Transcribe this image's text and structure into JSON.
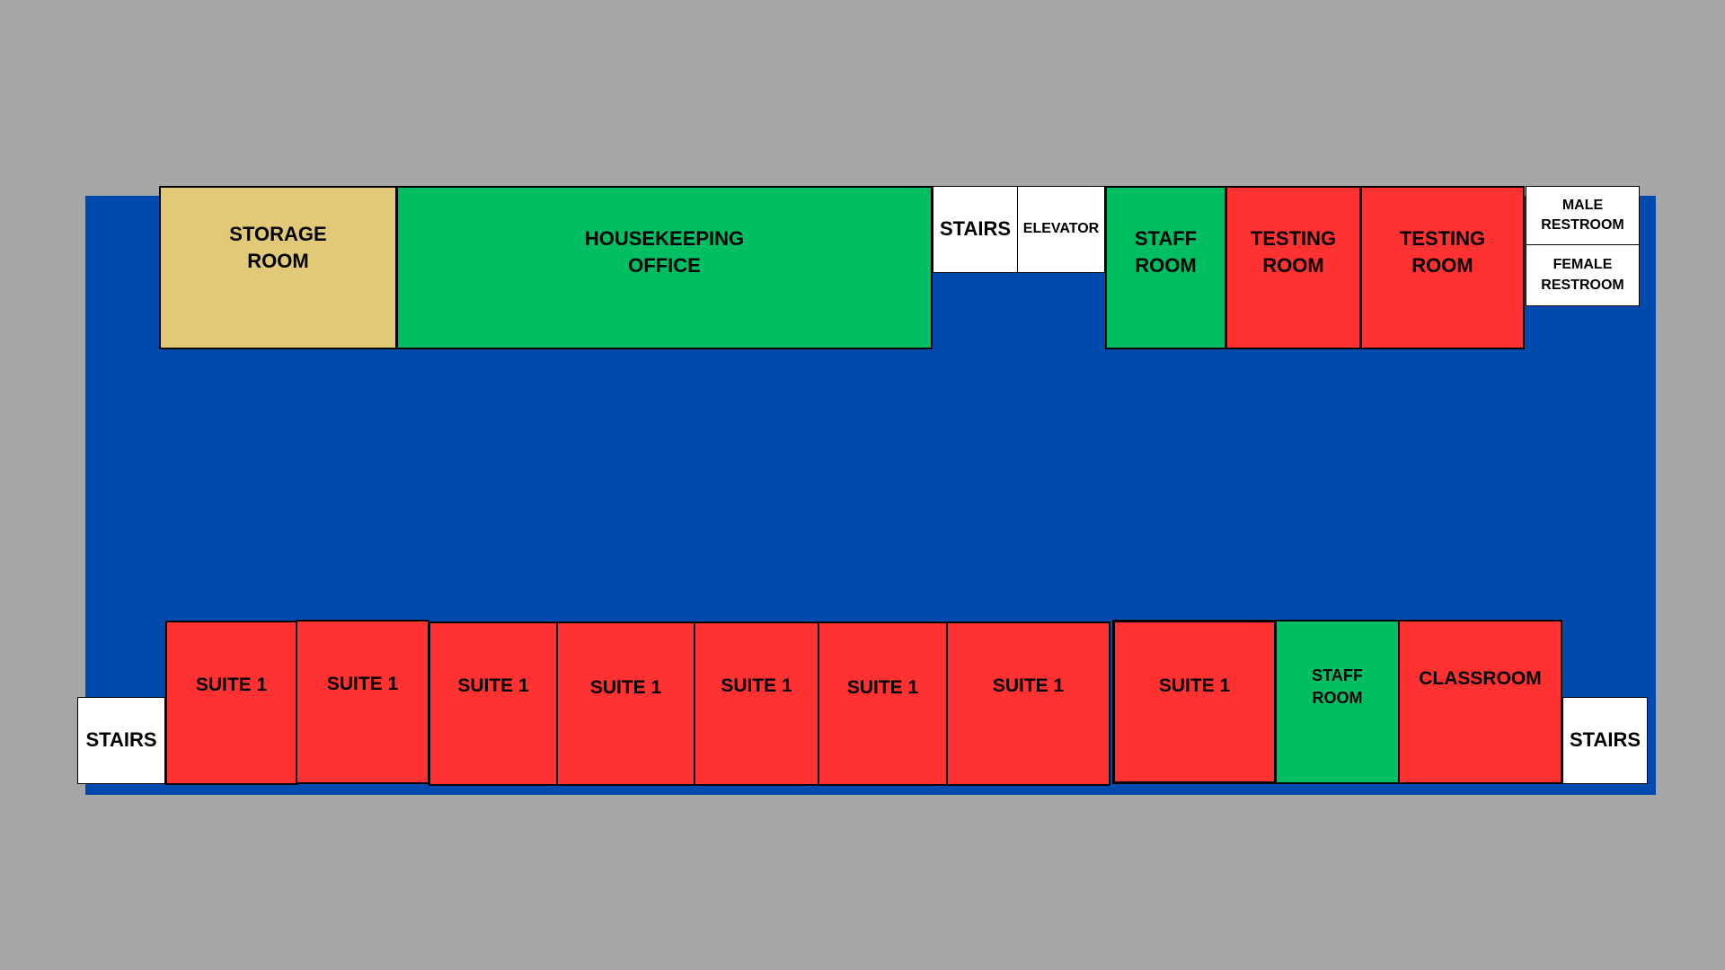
{
  "floor_plan": {
    "colors": {
      "background": "#a6a6a6",
      "corridor": "#004aad",
      "storage": "#e2c977",
      "office_green": "#00bf63",
      "room_red": "#ff3131",
      "utility_white": "#ffffff",
      "border": "#000000"
    },
    "rooms": {
      "storage_room": "STORAGE\nROOM",
      "housekeeping_office": "HOUSEKEEPING\nOFFICE",
      "stairs_top": "STAIRS",
      "elevator": "ELEVATOR",
      "staff_room_top": "STAFF\nROOM",
      "testing_room_1": "TESTING\nROOM",
      "testing_room_2": "TESTING\nROOM",
      "male_restroom": "MALE\nRESTROOM",
      "female_restroom": "FEMALE\nRESTROOM",
      "stairs_left": "STAIRS",
      "suites": [
        "SUITE 1",
        "SUITE 1",
        "SUITE 1",
        "SUITE 1",
        "SUITE 1",
        "SUITE 1",
        "SUITE 1",
        "SUITE 1"
      ],
      "staff_room_bottom": "STAFF\nROOM",
      "classroom": "CLASSROOM",
      "stairs_right": "STAIRS"
    }
  }
}
